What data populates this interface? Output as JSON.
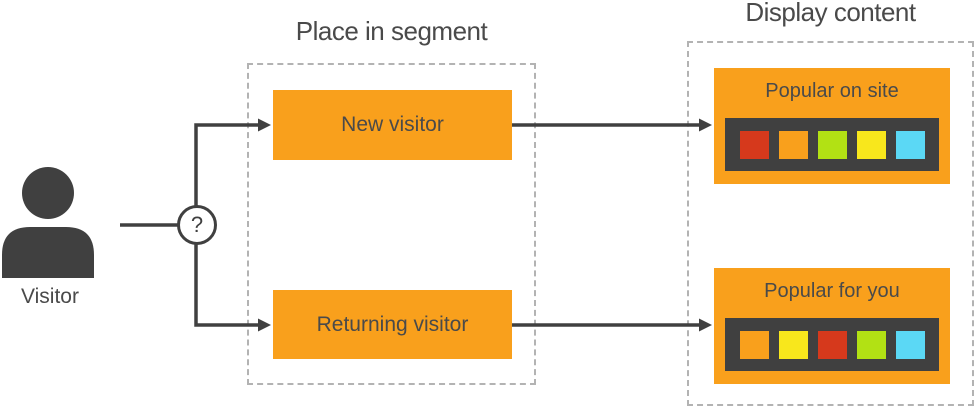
{
  "visitor": {
    "label": "Visitor"
  },
  "decision": {
    "symbol": "?"
  },
  "segment_panel": {
    "title": "Place in segment",
    "items": [
      {
        "label": "New visitor"
      },
      {
        "label": "Returning visitor"
      }
    ]
  },
  "display_panel": {
    "title": "Display content",
    "cards": [
      {
        "title": "Popular on site",
        "tiles": [
          "#d6391c",
          "#f9a01c",
          "#b2e114",
          "#f8e71c",
          "#5bd8f5"
        ]
      },
      {
        "title": "Popular for you",
        "tiles": [
          "#f9a01c",
          "#f8e71c",
          "#d6391c",
          "#b2e114",
          "#5bd8f5"
        ]
      }
    ]
  },
  "colors": {
    "box_orange": "#f9a01c",
    "strip_dark": "#404040",
    "line_dark": "#404040",
    "text_dark": "#4a4a4a",
    "dashed_border": "#b3b3b3",
    "tile_red": "#d6391c",
    "tile_orange": "#f9a01c",
    "tile_green": "#b2e114",
    "tile_yellow": "#f8e71c",
    "tile_cyan": "#5bd8f5"
  }
}
